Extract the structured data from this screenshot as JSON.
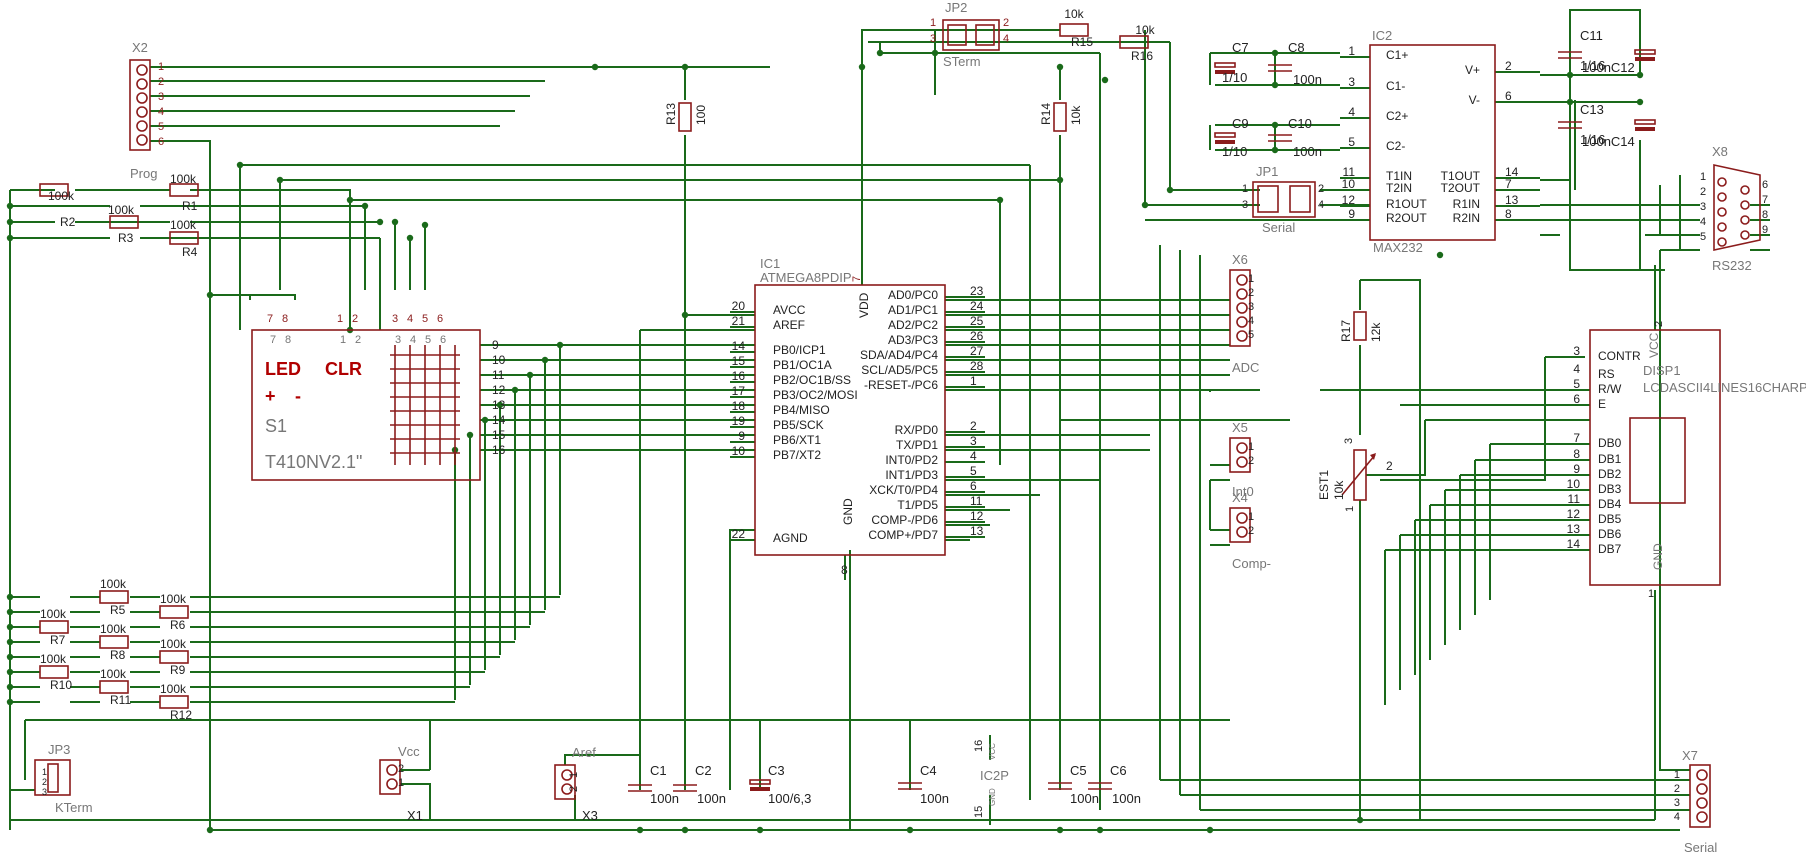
{
  "x2": {
    "name": "X2",
    "label": "Prog",
    "pins": [
      "1",
      "2",
      "3",
      "4",
      "5",
      "6"
    ]
  },
  "jp2": {
    "name": "JP2",
    "label": "STerm",
    "pins": [
      "1",
      "3",
      "2",
      "4"
    ]
  },
  "r15": {
    "name": "R15",
    "value": "10k"
  },
  "r16": {
    "name": "R16",
    "value": "10k"
  },
  "r13": {
    "name": "R13",
    "value": "100"
  },
  "r14": {
    "name": "R14",
    "value": "10k"
  },
  "rleft": [
    {
      "name": "R2",
      "value": "100k"
    },
    {
      "name": "R1",
      "value": "100k"
    },
    {
      "name": "R3",
      "value": "100k"
    },
    {
      "name": "R4",
      "value": "100k"
    }
  ],
  "rbottom": [
    {
      "name": "R5",
      "value": "100k"
    },
    {
      "name": "R6",
      "value": "100k"
    },
    {
      "name": "R7",
      "value": "100k"
    },
    {
      "name": "R8",
      "value": "100k"
    },
    {
      "name": "R9",
      "value": "100k"
    },
    {
      "name": "R10",
      "value": "100k"
    },
    {
      "name": "R11",
      "value": "100k"
    },
    {
      "name": "R12",
      "value": "100k"
    }
  ],
  "s1": {
    "name": "S1",
    "led": "LED",
    "clr": "CLR",
    "plus": "+",
    "minus": "-",
    "type": "T410NV2.1\"",
    "toppins": [
      "7",
      "8",
      "1",
      "2",
      "3",
      "4",
      "5",
      "6"
    ],
    "rightpins": [
      "9",
      "10",
      "11",
      "12",
      "13",
      "14",
      "15",
      "16"
    ]
  },
  "ic1": {
    "name": "IC1",
    "part": "ATMEGA8PDIP",
    "vdd": "VDD",
    "vddpin": "7",
    "gnd": "GND",
    "gndpin": "8",
    "left": [
      [
        "20",
        "AVCC"
      ],
      [
        "21",
        "AREF"
      ],
      [
        "14",
        "PB0/ICP1"
      ],
      [
        "15",
        "PB1/OC1A"
      ],
      [
        "16",
        "PB2/OC1B/SS"
      ],
      [
        "17",
        "PB3/OC2/MOSI"
      ],
      [
        "18",
        "PB4/MISO"
      ],
      [
        "19",
        "PB5/SCK"
      ],
      [
        "9",
        "PB6/XT1"
      ],
      [
        "10",
        "PB7/XT2"
      ],
      [
        "22",
        "AGND"
      ]
    ],
    "right": [
      [
        "23",
        "AD0/PC0"
      ],
      [
        "24",
        "AD1/PC1"
      ],
      [
        "25",
        "AD2/PC2"
      ],
      [
        "26",
        "AD3/PC3"
      ],
      [
        "27",
        "SDA/AD4/PC4"
      ],
      [
        "28",
        "SCL/AD5/PC5"
      ],
      [
        "1",
        "-RESET-/PC6"
      ],
      [
        "2",
        "RX/PD0"
      ],
      [
        "3",
        "TX/PD1"
      ],
      [
        "4",
        "INT0/PD2"
      ],
      [
        "5",
        "INT1/PD3"
      ],
      [
        "6",
        "XCK/T0/PD4"
      ],
      [
        "11",
        "T1/PD5"
      ],
      [
        "12",
        "COMP-/PD6"
      ],
      [
        "13",
        "COMP+/PD7"
      ]
    ]
  },
  "ic2": {
    "name": "IC2",
    "part": "MAX232",
    "left": [
      [
        "1",
        "C1+"
      ],
      [
        "3",
        "C1-"
      ],
      [
        "4",
        "C2+"
      ],
      [
        "5",
        "C2-"
      ],
      [
        "11",
        "T1IN"
      ],
      [
        "10",
        "T2IN"
      ],
      [
        "12",
        "R1OUT"
      ],
      [
        "9",
        "R2OUT"
      ]
    ],
    "right": [
      [
        "2",
        "V+"
      ],
      [
        "6",
        "V-"
      ],
      [
        "14",
        "T1OUT"
      ],
      [
        "7",
        "T2OUT"
      ],
      [
        "13",
        "R1IN"
      ],
      [
        "8",
        "R2IN"
      ]
    ]
  },
  "caps_top": [
    {
      "name": "C7",
      "value": "1/10"
    },
    {
      "name": "C8",
      "value": "100n"
    },
    {
      "name": "C9",
      "value": "1/10"
    },
    {
      "name": "C10",
      "value": "100n"
    },
    {
      "name": "C11",
      "value": "1/16"
    },
    {
      "name": "C12",
      "value": "100nC12"
    },
    {
      "name": "C13",
      "value": "1/16"
    },
    {
      "name": "C14",
      "value": "100nC14"
    }
  ],
  "jp1": {
    "name": "JP1",
    "label": "Serial",
    "pins": [
      "1",
      "3",
      "2",
      "4"
    ]
  },
  "x8": {
    "name": "X8",
    "label": "RS232",
    "pinsL": [
      "1",
      "2",
      "3",
      "4",
      "5"
    ],
    "pinsR": [
      "6",
      "7",
      "8",
      "9"
    ]
  },
  "x6": {
    "name": "X6",
    "label": "ADC",
    "pins": [
      "1",
      "2",
      "3",
      "4",
      "5"
    ]
  },
  "x5": {
    "name": "X5",
    "label": "Int0",
    "pins": [
      "1",
      "2"
    ]
  },
  "x4": {
    "name": "X4",
    "label": "Comp-",
    "pins": [
      "1",
      "2"
    ]
  },
  "r17": {
    "name": "R17",
    "value": "12k"
  },
  "est1": {
    "name": "EST1",
    "value": "10k",
    "pins": [
      "1",
      "2",
      "3"
    ]
  },
  "disp1": {
    "name": "DISP1",
    "part": "LCDASCII4LINES16CHARP",
    "vcc": "VCC",
    "gnd": "GND",
    "vccpin": "2",
    "gndpin": "1",
    "pins": [
      [
        "3",
        "CONTR"
      ],
      [
        "4",
        "RS"
      ],
      [
        "5",
        "R/W"
      ],
      [
        "6",
        "E"
      ],
      [
        "7",
        "DB0"
      ],
      [
        "8",
        "DB1"
      ],
      [
        "9",
        "DB2"
      ],
      [
        "10",
        "DB3"
      ],
      [
        "11",
        "DB4"
      ],
      [
        "12",
        "DB5"
      ],
      [
        "13",
        "DB6"
      ],
      [
        "14",
        "DB7"
      ]
    ]
  },
  "jp3": {
    "name": "JP3",
    "label": "KTerm",
    "pins": [
      "1",
      "2",
      "3"
    ]
  },
  "x1": {
    "name": "X1",
    "label": "Vcc",
    "pins": [
      "2",
      "1"
    ]
  },
  "x3": {
    "name": "X3",
    "label": "Aref",
    "pins": [
      "1",
      "2"
    ]
  },
  "caps_bottom": [
    {
      "name": "C1",
      "value": "100n"
    },
    {
      "name": "C2",
      "value": "100n"
    },
    {
      "name": "C3",
      "value": "100/6,3"
    },
    {
      "name": "C4",
      "value": "100n"
    },
    {
      "name": "C5",
      "value": "100n"
    },
    {
      "name": "C6",
      "value": "100n"
    }
  ],
  "ic2p": {
    "name": "IC2P",
    "pin16": "16",
    "pin15": "15",
    "vcc": "VCC",
    "gnd": "GND"
  },
  "x7": {
    "name": "X7",
    "label": "Serial",
    "pins": [
      "1",
      "2",
      "3",
      "4"
    ]
  }
}
